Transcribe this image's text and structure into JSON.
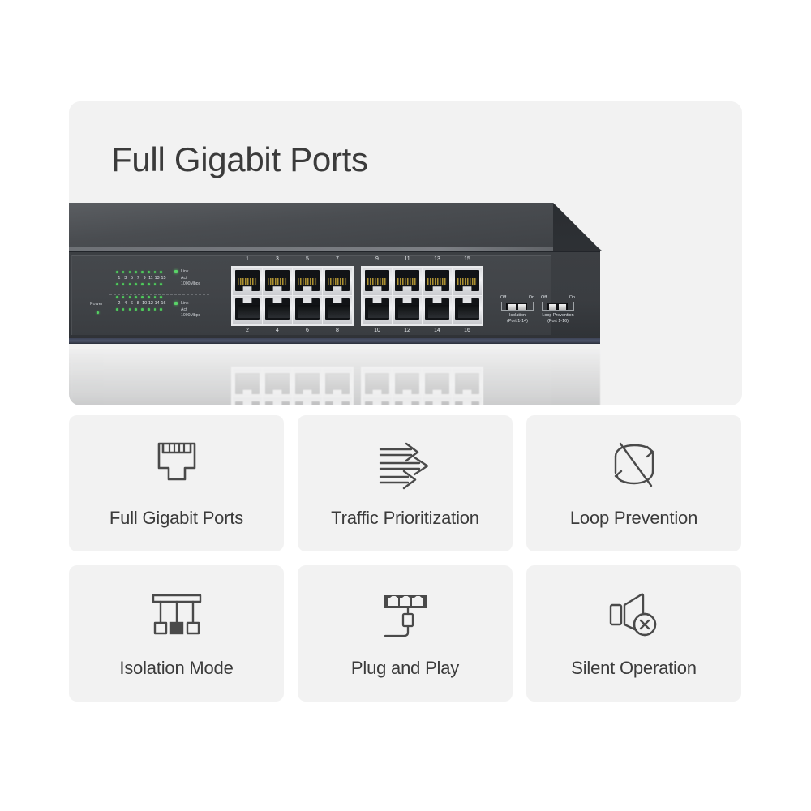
{
  "hero": {
    "title": "Full Gigabit Ports",
    "device": {
      "name": "16-port gigabit rack switch",
      "led_panel": {
        "power_label": "Power",
        "top_port_numbers": [
          "1",
          "3",
          "5",
          "7",
          "9",
          "11",
          "13",
          "15"
        ],
        "bottom_port_numbers": [
          "2",
          "4",
          "6",
          "8",
          "10",
          "12",
          "14",
          "16"
        ],
        "legend_top": [
          "Link",
          "Act",
          "1000Mbps"
        ],
        "legend_bottom": [
          "Link",
          "Act",
          "1000Mbps"
        ]
      },
      "ports": {
        "top_row_numbers": [
          "1",
          "3",
          "5",
          "7",
          "9",
          "11",
          "13",
          "15"
        ],
        "bottom_row_numbers": [
          "2",
          "4",
          "6",
          "8",
          "10",
          "12",
          "14",
          "16"
        ]
      },
      "dip_switches": [
        {
          "off_label": "Off",
          "on_label": "On",
          "caption_line1": "Isolation",
          "caption_line2": "(Port 1-14)"
        },
        {
          "off_label": "Off",
          "on_label": "On",
          "caption_line1": "Loop Prevention",
          "caption_line2": "(Port 1-16)"
        }
      ]
    }
  },
  "features": [
    {
      "icon": "rj45-port-icon",
      "label": "Full Gigabit Ports"
    },
    {
      "icon": "traffic-arrows-icon",
      "label": "Traffic Prioritization"
    },
    {
      "icon": "loop-crossed-icon",
      "label": "Loop Prevention"
    },
    {
      "icon": "isolation-nodes-icon",
      "label": "Isolation Mode"
    },
    {
      "icon": "plug-and-play-cable-icon",
      "label": "Plug and Play"
    },
    {
      "icon": "muted-speaker-icon",
      "label": "Silent Operation"
    }
  ],
  "colors": {
    "page_background": "#ffffff",
    "card_background": "#f2f2f2",
    "text": "#3b3b3b",
    "icon_stroke": "#4a4a4a",
    "device_front": "#3a3d41",
    "device_top": "#4a4d51",
    "led_green": "#4fc95c"
  }
}
